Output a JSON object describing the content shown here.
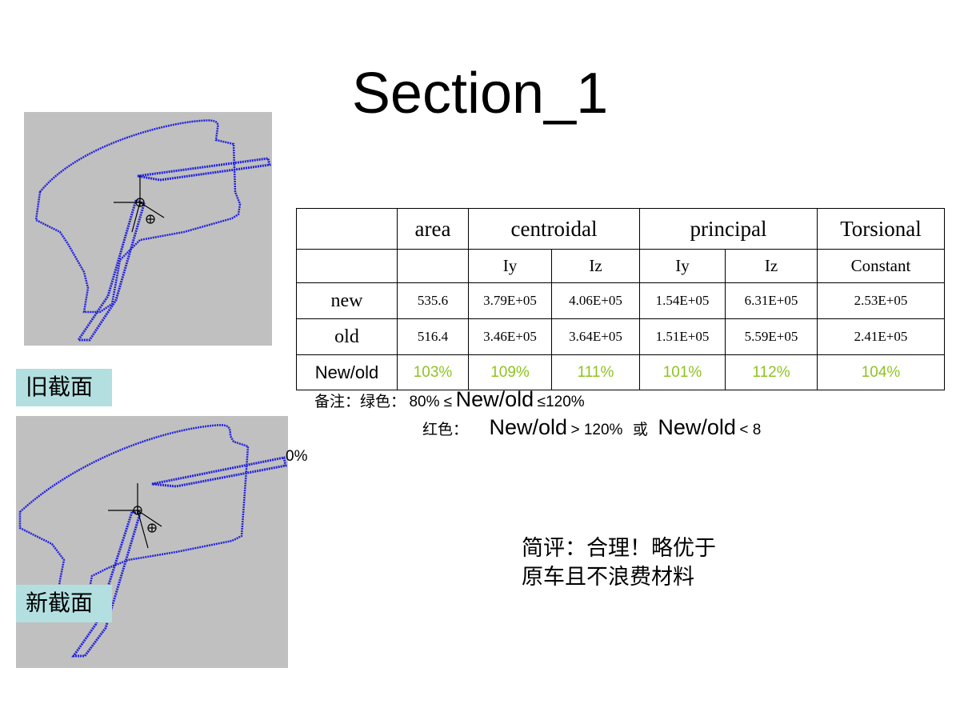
{
  "slide": {
    "title": "Section_1"
  },
  "labels": {
    "old_section": "旧截面",
    "new_section": "新截面"
  },
  "table": {
    "header1": [
      "",
      "area",
      "centroidal",
      "principal",
      "Torsional"
    ],
    "header2": [
      "",
      "",
      "Iy",
      "Iz",
      "Iy",
      "Iz",
      "Constant"
    ],
    "rows": [
      {
        "name": "new",
        "values": [
          "535.6",
          "3.79E+05",
          "4.06E+05",
          "1.54E+05",
          "6.31E+05",
          "2.53E+05"
        ]
      },
      {
        "name": "old",
        "values": [
          "516.4",
          "3.46E+05",
          "3.64E+05",
          "1.51E+05",
          "5.59E+05",
          "2.41E+05"
        ]
      },
      {
        "name": "New/old",
        "values": [
          "103%",
          "109%",
          "111%",
          "101%",
          "112%",
          "104%"
        ]
      }
    ],
    "ratio_color": "#8fc31f"
  },
  "notes": {
    "line1_prefix": "备注：绿色：",
    "line1_a": "80% ≤",
    "line1_b": "New/old",
    "line1_c": "≤120%",
    "line2_prefix": "红色：",
    "line2_a": "New/old",
    "line2_b": "> 120%",
    "line2_or": "或",
    "line2_c": "New/old",
    "line2_d": "< 8",
    "stray": "0%"
  },
  "comment": {
    "line1": "简评：合理！略优于",
    "line2": "原车且不浪费材料"
  }
}
